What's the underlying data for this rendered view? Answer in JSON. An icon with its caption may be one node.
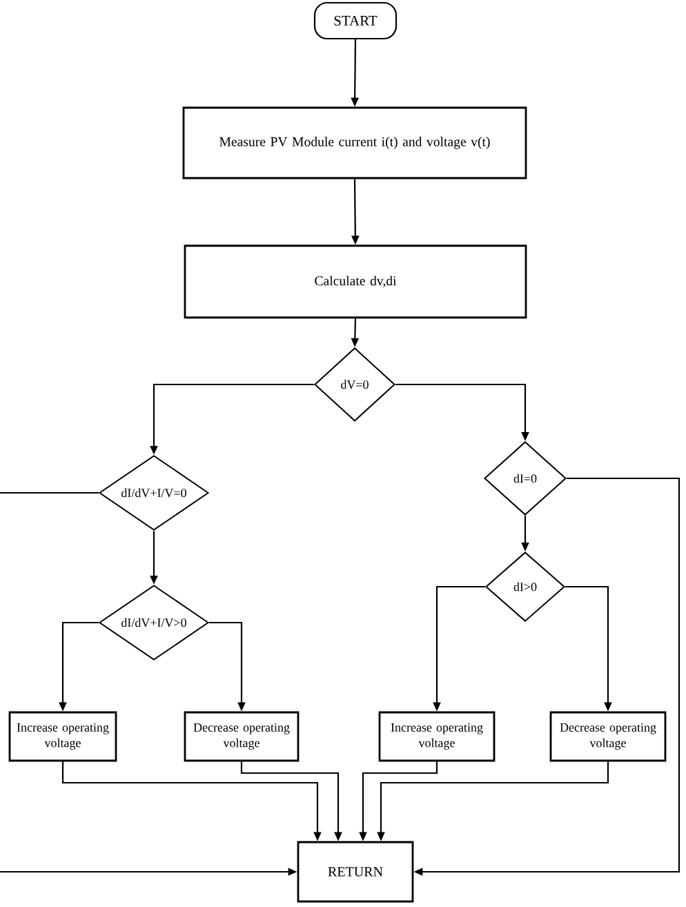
{
  "diagram": {
    "nodes": [
      {
        "text": [
          "START"
        ]
      },
      {
        "text": [
          "Measure PV Module current i(t) and voltage v(t)"
        ]
      },
      {
        "text": [
          "Calculate dv,di"
        ]
      },
      {
        "text": [
          "dV=0"
        ]
      },
      {
        "text": [
          "dI/dV+I/V=0"
        ]
      },
      {
        "text": [
          "dI=0"
        ]
      },
      {
        "text": [
          "dI/dV+I/V>0"
        ]
      },
      {
        "text": [
          "dI>0"
        ]
      },
      {
        "text": [
          "Increase operating voltage"
        ]
      },
      {
        "text": [
          "Decrease operating voltage"
        ]
      },
      {
        "text": [
          "Increase operating voltage"
        ]
      },
      {
        "text": [
          "Decrease operating voltage"
        ]
      },
      {
        "text": [
          "RETURN"
        ]
      }
    ],
    "edges": [
      {
        "from": 0,
        "to": 1,
        "arrow": "to"
      },
      {
        "from": 1,
        "to": 2,
        "arrow": "to"
      },
      {
        "from": 2,
        "to": 3,
        "arrow": "to"
      },
      {
        "from": 3,
        "to": 4,
        "arrow": "to"
      },
      {
        "from": 3,
        "to": 5,
        "arrow": "to"
      },
      {
        "from": 4,
        "to": null,
        "arrow": "none"
      },
      {
        "from": 4,
        "to": 6,
        "arrow": "to"
      },
      {
        "from": 5,
        "to": 7,
        "arrow": "to"
      },
      {
        "from": 5,
        "to": 12,
        "arrow": "to"
      },
      {
        "from": 6,
        "to": 8,
        "arrow": "to"
      },
      {
        "from": 6,
        "to": 9,
        "arrow": "to"
      },
      {
        "from": 7,
        "to": 10,
        "arrow": "to"
      },
      {
        "from": 7,
        "to": 11,
        "arrow": "to"
      },
      {
        "from": 8,
        "to": 12,
        "arrow": "to"
      },
      {
        "from": 9,
        "to": 12,
        "arrow": "to"
      },
      {
        "from": 10,
        "to": 12,
        "arrow": "to"
      },
      {
        "from": 11,
        "to": 12,
        "arrow": "to"
      },
      {
        "from": null,
        "to": 12,
        "arrow": "to"
      }
    ]
  }
}
